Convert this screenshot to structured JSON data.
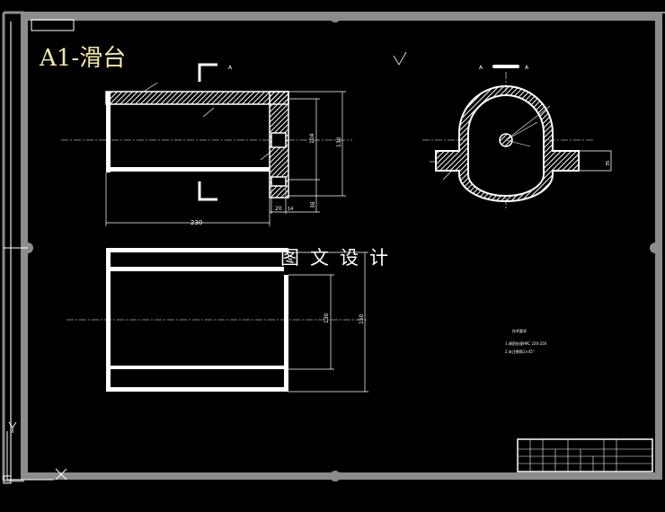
{
  "drawing": {
    "title": "A1-滑台",
    "watermark": "图文设计",
    "section_label": "A"
  },
  "dimensions": {
    "length": "230",
    "height_outer": "130",
    "height_inner": "104",
    "bottom_small": "38",
    "flange_w1": "20",
    "flange_w2": "14",
    "lower_inner": "130",
    "lower_outer": "150",
    "side_width": "35"
  },
  "notes": {
    "title": "技术要求",
    "line1": "1.调质处理HRC 220-250",
    "line2": "2.未注倒角1×45°"
  },
  "colors": {
    "background": "#000000",
    "line": "#ffffff",
    "hatch": "#ffffff",
    "border": "#8c8c8c",
    "title": "#f3e9a6"
  }
}
